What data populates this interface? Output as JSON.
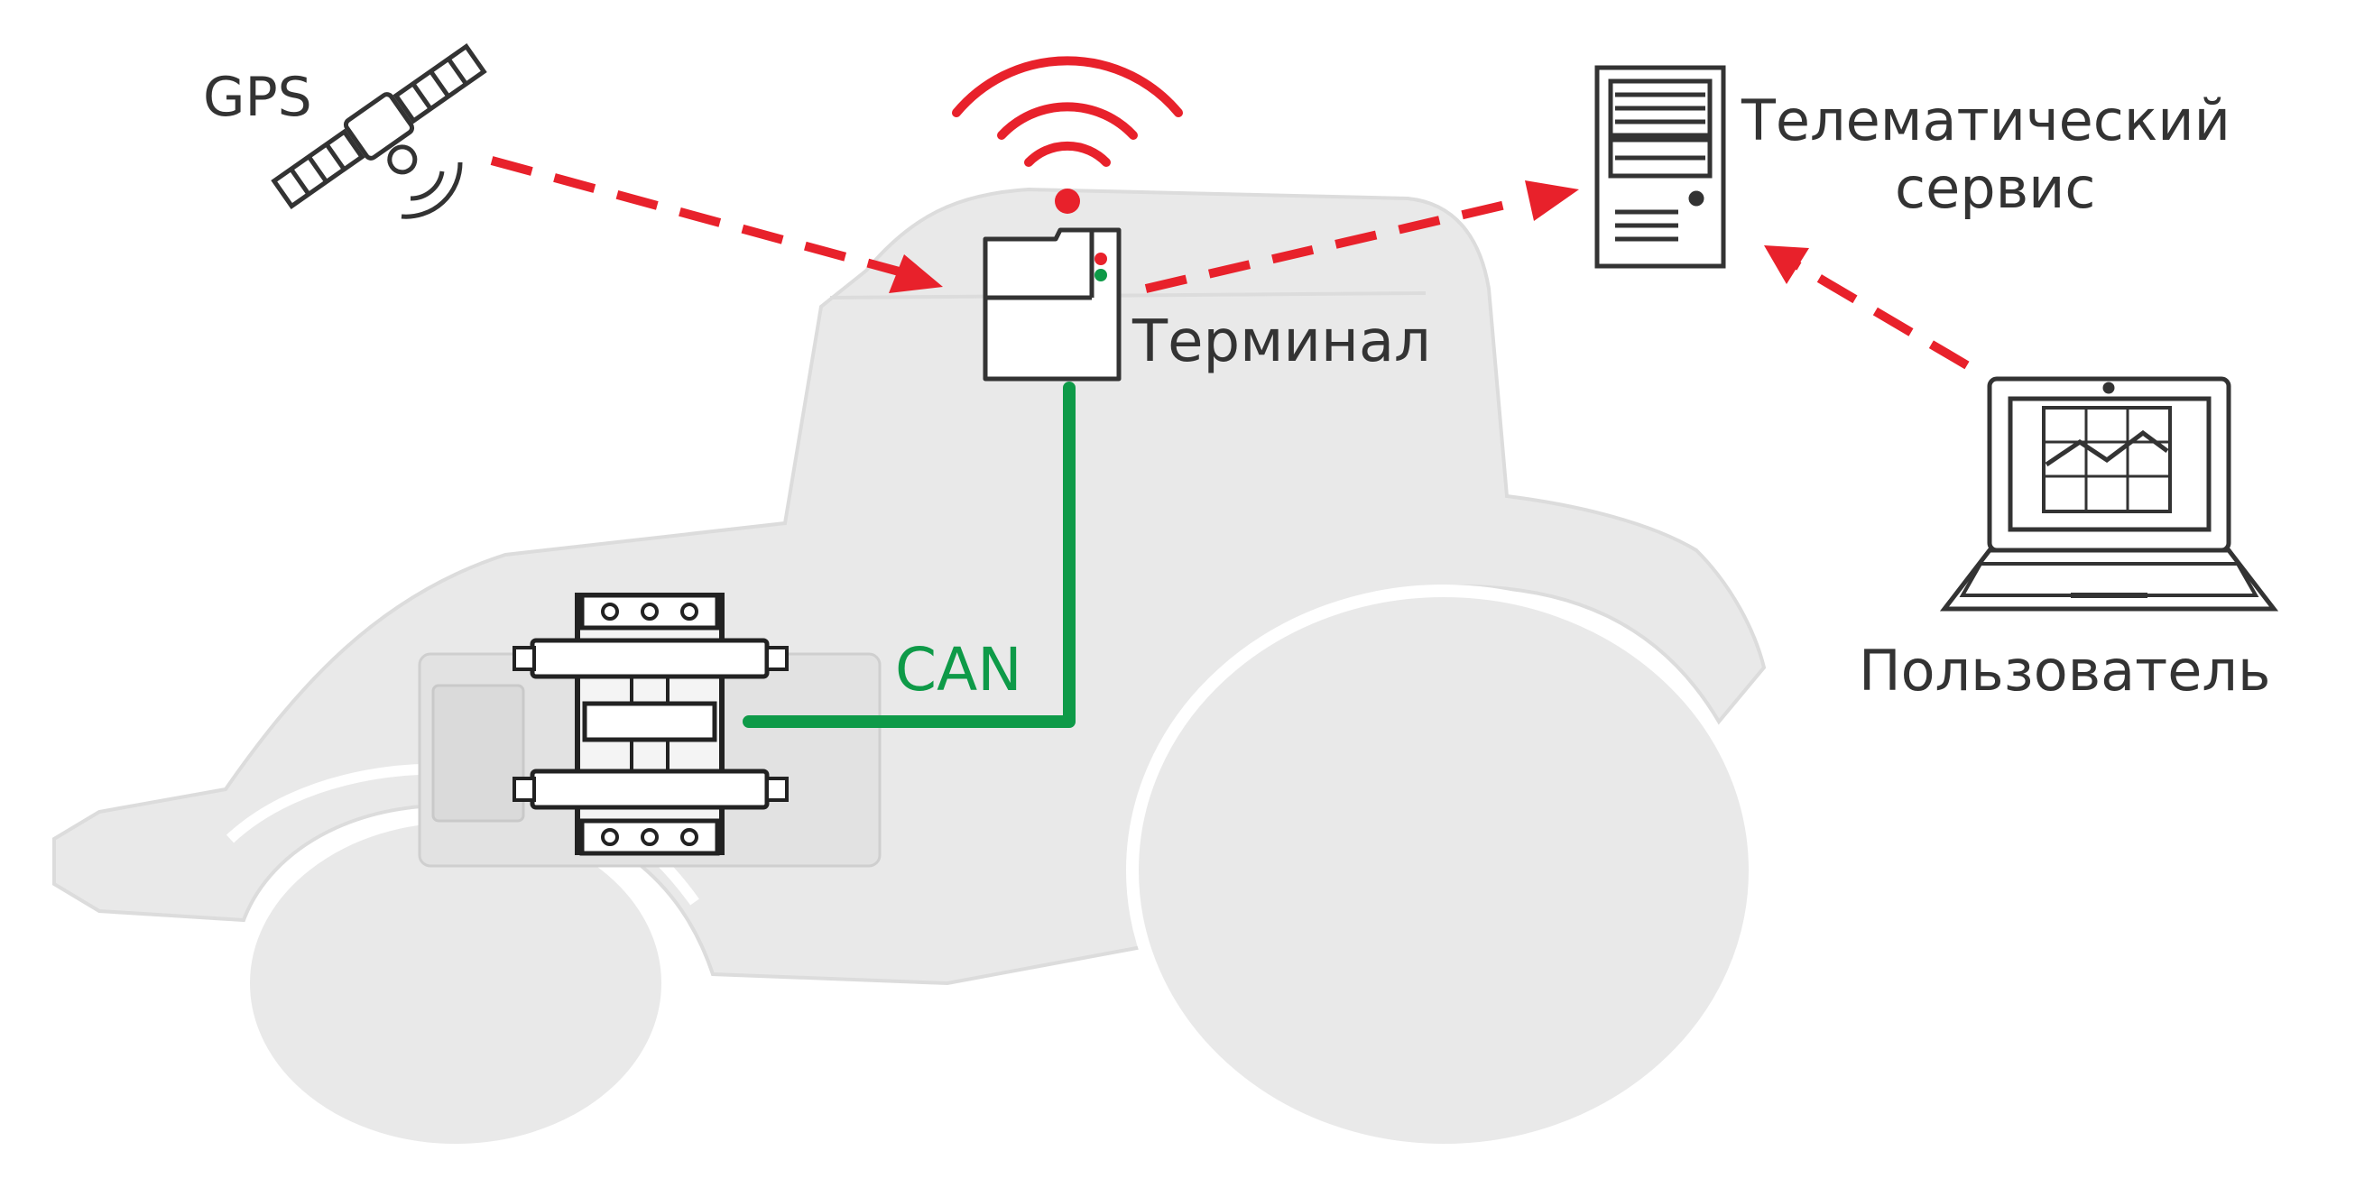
{
  "labels": {
    "gps": "GPS",
    "terminal": "Терминал",
    "service_line1": "Телематический",
    "service_line2": "сервис",
    "user": "Пользователь",
    "can": "CAN"
  },
  "colors": {
    "background": "#ffffff",
    "tractor_body": "#e9e9e9",
    "tractor_outline": "#d6d6d6",
    "device_stroke": "#333333",
    "signal_red": "#e8212b",
    "can_green": "#0e9a48",
    "text": "#333333"
  },
  "icons": {
    "satellite": "satellite-icon",
    "wifi": "wifi-signal-icon",
    "terminal": "terminal-device-icon",
    "server": "server-icon",
    "laptop": "laptop-icon",
    "engine": "engine-icon"
  },
  "connections": [
    {
      "from": "gps",
      "to": "terminal",
      "style": "dashed-arrow"
    },
    {
      "from": "terminal",
      "to": "telematic-service",
      "style": "dashed-arrow"
    },
    {
      "from": "user",
      "to": "telematic-service",
      "style": "dashed-arrow"
    },
    {
      "from": "engine",
      "to": "terminal",
      "style": "solid-line",
      "label": "CAN"
    }
  ]
}
